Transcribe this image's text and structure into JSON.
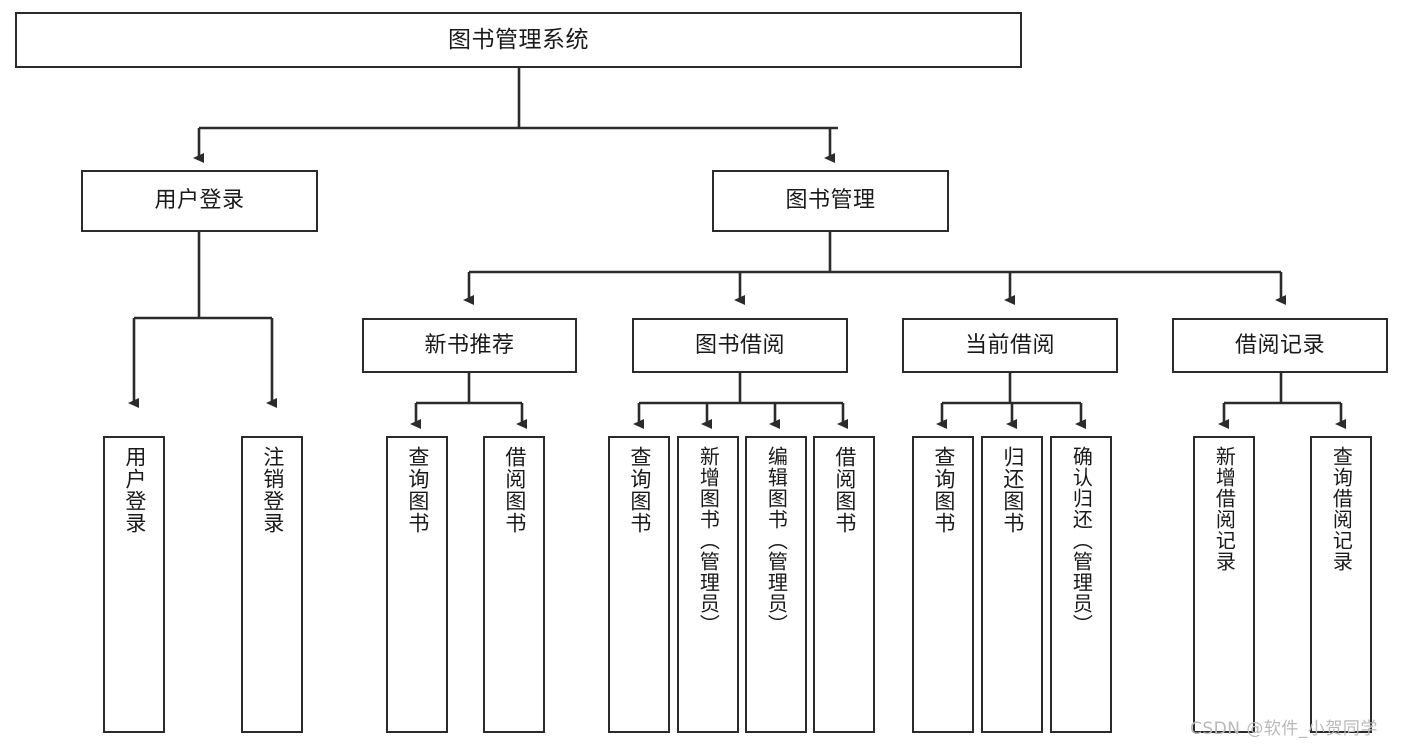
{
  "diagram": {
    "title": "图书管理系统",
    "type": "tree",
    "watermark": "CSDN @软件_小贺同学",
    "colors": {
      "box_border": "#2b2b2b",
      "box_fill": "#ffffff",
      "edge": "#2b2b2b",
      "text": "#1a1a1a",
      "watermark": "#b9b9b9",
      "background": "#ffffff"
    },
    "levels": {
      "root": {
        "label": "图书管理系统"
      },
      "level2": [
        {
          "label": "用户登录"
        },
        {
          "label": "图书管理"
        }
      ],
      "level3": [
        {
          "label": "新书推荐"
        },
        {
          "label": "图书借阅"
        },
        {
          "label": "当前借阅"
        },
        {
          "label": "借阅记录"
        }
      ],
      "leaves": {
        "user_login": [
          {
            "label": "用户登录"
          },
          {
            "label": "注销登录"
          }
        ],
        "new_book_recommend": [
          {
            "label": "查询图书"
          },
          {
            "label": "借阅图书"
          }
        ],
        "book_borrow": [
          {
            "label": "查询图书"
          },
          {
            "label": "新增图书（管理员）"
          },
          {
            "label": "编辑图书（管理员）"
          },
          {
            "label": "借阅图书"
          }
        ],
        "current_borrow": [
          {
            "label": "查询图书"
          },
          {
            "label": "归还图书"
          },
          {
            "label": "确认归还（管理员）"
          }
        ],
        "borrow_record": [
          {
            "label": "新增借阅记录"
          },
          {
            "label": "查询借阅记录"
          }
        ]
      }
    }
  }
}
